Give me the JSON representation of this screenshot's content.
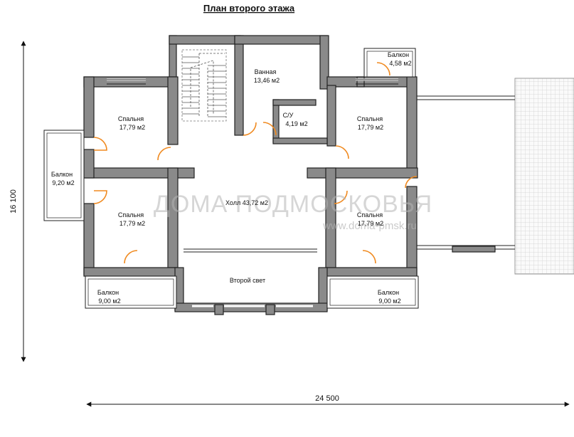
{
  "title": "План второго этажа",
  "dimensions": {
    "height": "16 100",
    "width": "24 500"
  },
  "watermark": {
    "brand": "ДОМА ПОДМОСКОВЬЯ",
    "url": "www.doma-pmsk.ru"
  },
  "rooms": {
    "bath": {
      "name": "Ванная",
      "area": "13,46 м2"
    },
    "wc": {
      "name": "С/У",
      "area": "4,19 м2"
    },
    "bed_tl": {
      "name": "Спальня",
      "area": "17,79 м2"
    },
    "bed_tr": {
      "name": "Спальня",
      "area": "17,79 м2"
    },
    "bed_bl": {
      "name": "Спальня",
      "area": "17,79 м2"
    },
    "bed_br": {
      "name": "Спальня",
      "area": "17,79 м2"
    },
    "hall": {
      "name": "Холл",
      "area": "43,72 м2"
    },
    "second": {
      "name": "Второй свет"
    },
    "bal_left": {
      "name": "Балкон",
      "area": "9,20 м2"
    },
    "bal_top": {
      "name": "Балкон",
      "area": "4,58 м2"
    },
    "bal_bl": {
      "name": "Балкон",
      "area": "9,00 м2"
    },
    "bal_br": {
      "name": "Балкон",
      "area": "9,00 м2"
    }
  },
  "colors": {
    "wall": "#8a8a8a",
    "door": "#f08a20"
  }
}
